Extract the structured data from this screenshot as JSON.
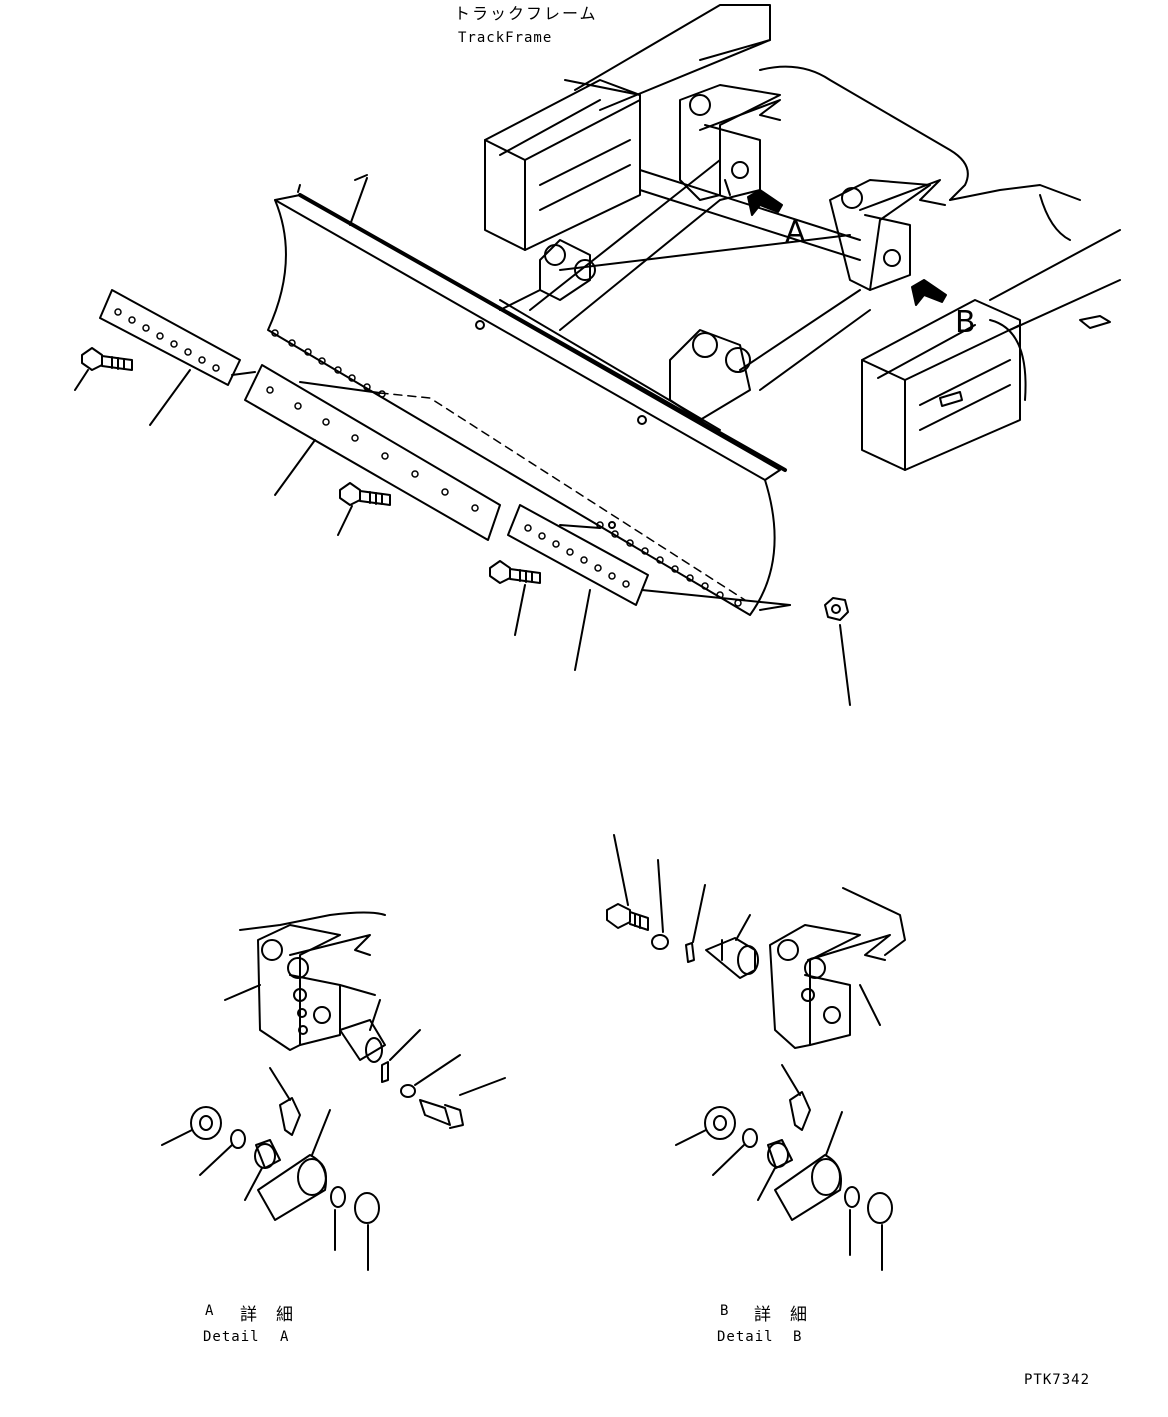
{
  "header": {
    "label_jp": "トラックフレーム",
    "label_en": "TrackFrame"
  },
  "arrows": {
    "a": "A",
    "b": "B"
  },
  "detail_a": {
    "letter": "A",
    "jp1": "詳",
    "jp2": "細",
    "en": "Detail",
    "en_letter": "A"
  },
  "detail_b": {
    "letter": "B",
    "jp1": "詳",
    "jp2": "細",
    "en": "Detail",
    "en_letter": "B"
  },
  "figure_code": "PTK7342",
  "colors": {
    "ink": "#000000",
    "paper": "#ffffff"
  }
}
